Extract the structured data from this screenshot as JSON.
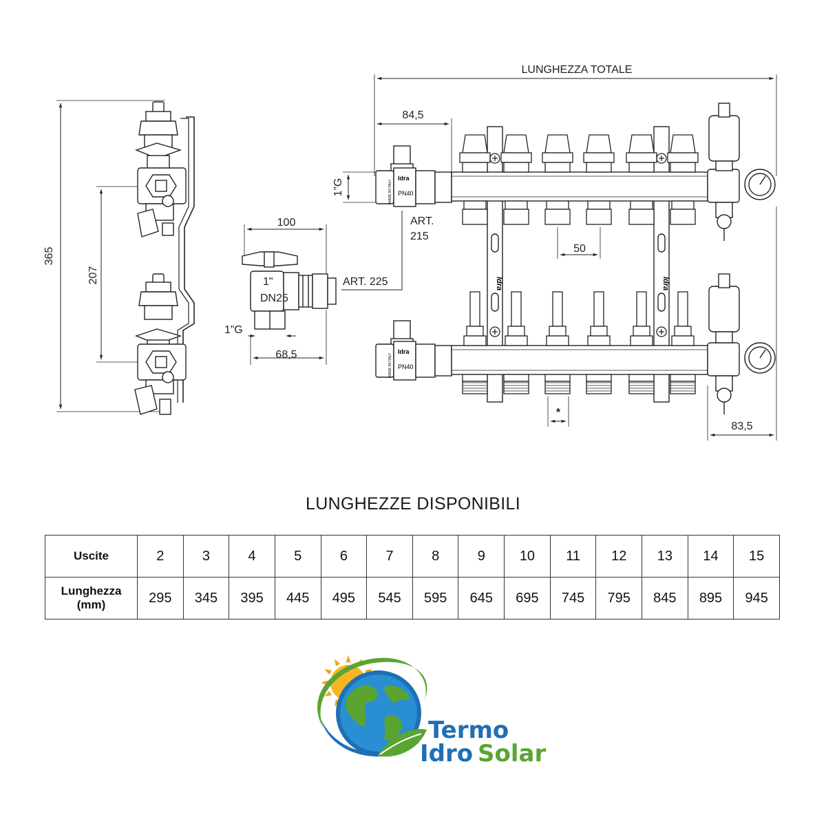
{
  "drawing": {
    "total_length_label": "LUNGHEZZA TOTALE",
    "dim_84_5": "84,5",
    "dim_1g_vertical": "1”G",
    "dim_365": "365",
    "dim_207": "207",
    "dim_100": "100",
    "art_215_line1": "ART.",
    "art_215_line2": "215",
    "art_225": "ART. 225",
    "dim_50": "50",
    "dim_1g_horizontal": "1”G",
    "dim_68_5": "68,5",
    "dim_star": "*",
    "dim_83_5": "83,5",
    "valve_marks": {
      "brand": "Idra",
      "pressure": "PN40",
      "made_in": "MADE IN ITALY",
      "size": "1\"",
      "dn": "DN25"
    },
    "bar_brand": "Idra"
  },
  "table": {
    "title": "LUNGHEZZE DISPONIBILI",
    "row1_header": "Uscite",
    "row2_header_line1": "Lunghezza",
    "row2_header_line2": "(mm)",
    "outlets": [
      "2",
      "3",
      "4",
      "5",
      "6",
      "7",
      "8",
      "9",
      "10",
      "11",
      "12",
      "13",
      "14",
      "15"
    ],
    "lengths": [
      "295",
      "345",
      "395",
      "445",
      "495",
      "545",
      "595",
      "645",
      "695",
      "745",
      "795",
      "845",
      "895",
      "945"
    ]
  },
  "logo": {
    "word1": "Termo",
    "word2": "Idro",
    "word3": "Solar",
    "colors": {
      "blue": "#1f6fb4",
      "green": "#5aa532",
      "orange": "#f3a21c"
    }
  }
}
